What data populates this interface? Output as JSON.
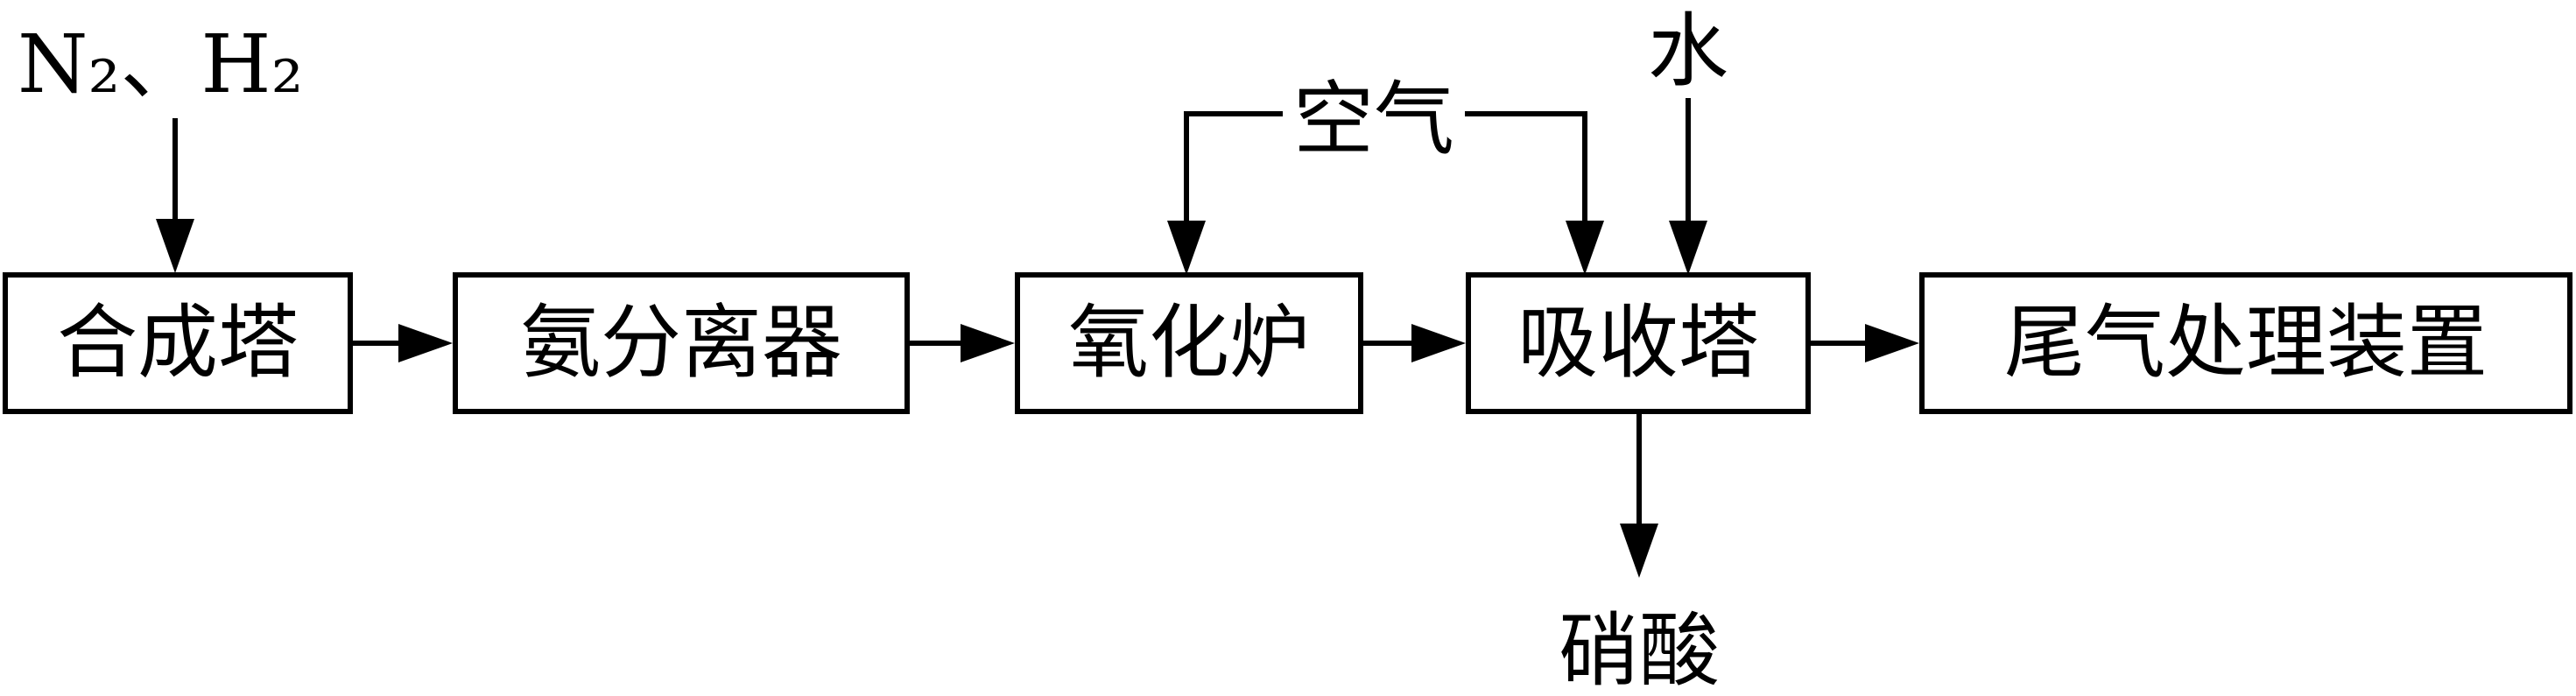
{
  "units": {
    "synthesis_tower": "合成塔",
    "ammonia_separator": "氨分离器",
    "oxidation_furnace": "氧化炉",
    "absorption_tower": "吸收塔",
    "tail_gas_treatment": "尾气处理装置"
  },
  "inputs": {
    "feed_gas": "N₂、H₂",
    "air": "空气",
    "water": "水"
  },
  "outputs": {
    "nitric_acid": "硝酸"
  }
}
